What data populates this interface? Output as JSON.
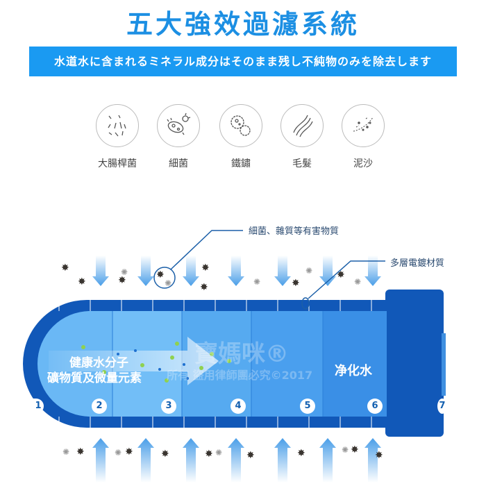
{
  "title": "五大強效過濾系統",
  "banner": "水道水に含まれるミネラル成分はそのまま残し不純物のみを除去します",
  "contaminants": [
    {
      "label": "大腸桿菌",
      "icon": "e-coli-icon"
    },
    {
      "label": "細菌",
      "icon": "bacteria-icon"
    },
    {
      "label": "鐵鏽",
      "icon": "rust-icon"
    },
    {
      "label": "毛髮",
      "icon": "hair-icon"
    },
    {
      "label": "泥沙",
      "icon": "sand-icon"
    }
  ],
  "diagram": {
    "callout_harmful": "細菌、雜質等有害物質",
    "callout_material": "多層電鍍材質",
    "minerals_line1": "健康水分子",
    "minerals_line2": "礦物質及微量元素",
    "purified": "净化水",
    "stages": [
      "1",
      "2",
      "3",
      "4",
      "5",
      "6",
      "7"
    ]
  },
  "watermark": {
    "brand": "寶媽咪®",
    "notice": "所有 盜用律師團必究©2017"
  },
  "colors": {
    "accent": "#1a9af2",
    "tube_dark": "#1158b8",
    "title": "#1c8fe3"
  }
}
